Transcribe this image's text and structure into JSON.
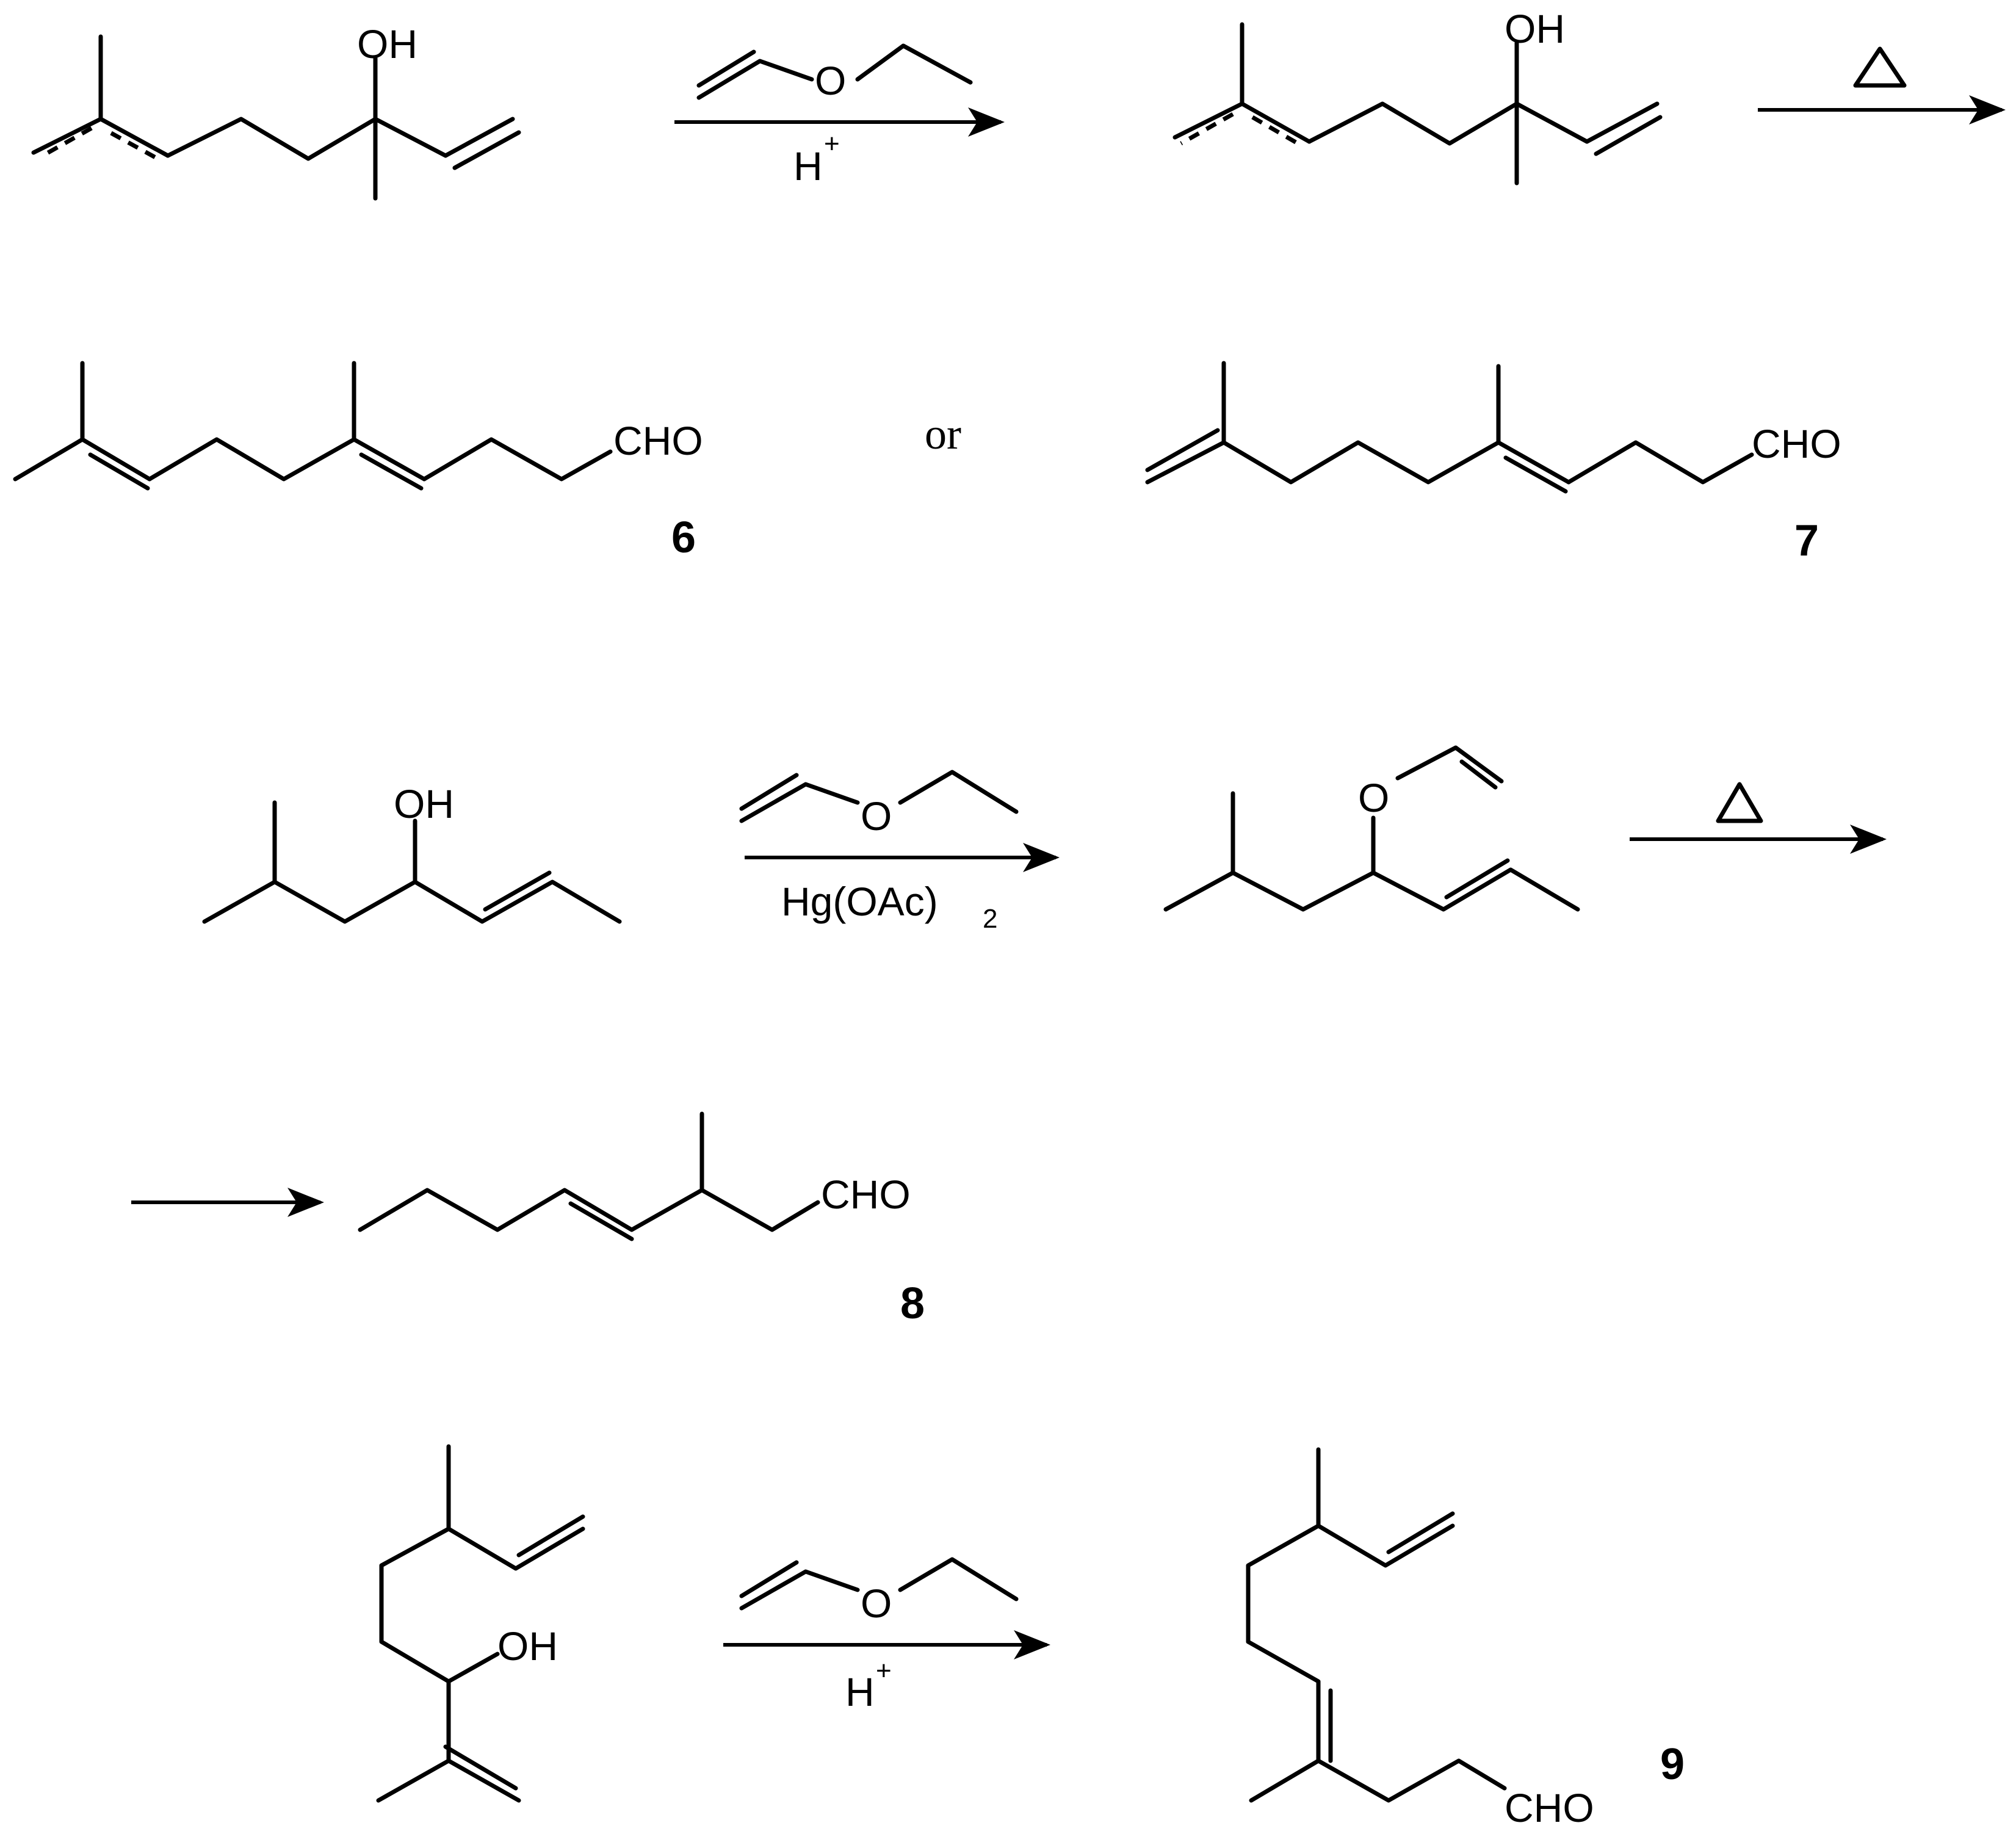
{
  "labels": {
    "oh": "OH",
    "o": "O",
    "cho": "CHO",
    "h": "H",
    "plus": "+",
    "hg": "Hg(OAc)",
    "two": "2",
    "or": "or"
  },
  "compounds": {
    "c6": "6",
    "c7": "7",
    "c8": "8",
    "c9": "9"
  }
}
